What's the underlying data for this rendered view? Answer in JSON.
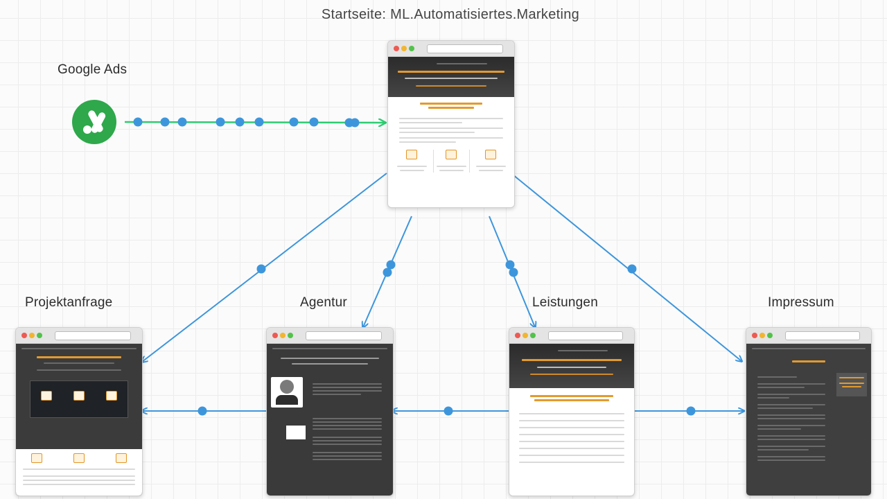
{
  "diagram": {
    "title": "Startseite: ML.Automatisiertes.Marketing",
    "nodes": {
      "google_ads": "Google Ads",
      "projektanfrage": "Projektanfrage",
      "agentur": "Agentur",
      "leistungen": "Leistungen",
      "impressum": "Impressum"
    },
    "colors": {
      "connector": "#3d96dc",
      "ads_arrow": "#2ecc71",
      "ads_logo": "#2ea84a",
      "accent": "#f0a030"
    }
  }
}
